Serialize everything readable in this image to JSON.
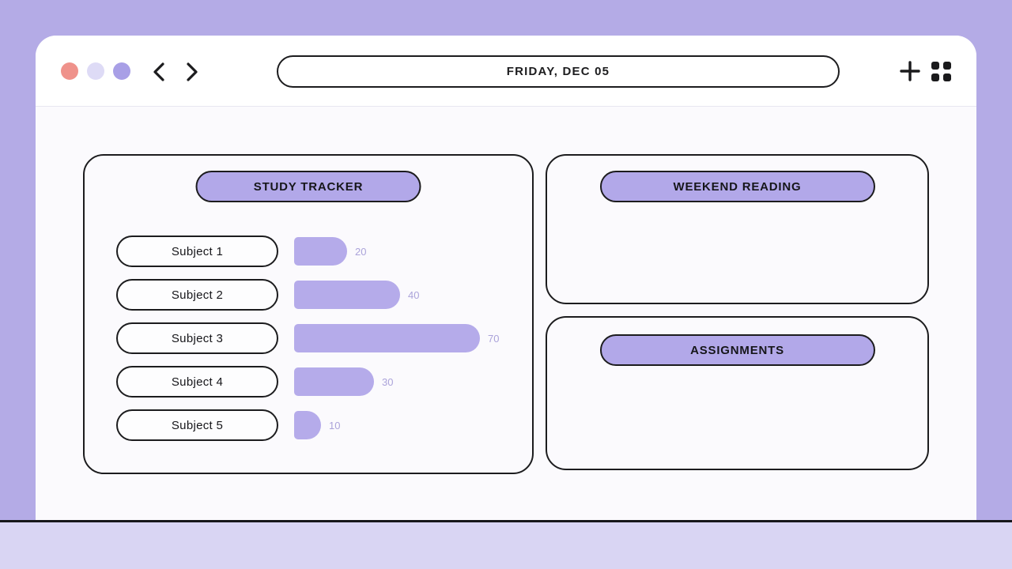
{
  "topbar": {
    "date_label": "FRIDAY, DEC 05",
    "traffic_lights": [
      {
        "name": "close",
        "color": "#ef928b"
      },
      {
        "name": "minimize",
        "color": "#dedbf6"
      },
      {
        "name": "expand",
        "color": "#a89fe6"
      }
    ]
  },
  "cards": {
    "study_tracker": {
      "title": "STUDY TRACKER"
    },
    "weekend_reading": {
      "title": "WEEKEND READING"
    },
    "assignments": {
      "title": "ASSIGNMENTS"
    }
  },
  "chart_data": {
    "type": "bar",
    "orientation": "horizontal",
    "title": "STUDY TRACKER",
    "categories": [
      "Subject 1",
      "Subject 2",
      "Subject 3",
      "Subject 4",
      "Subject 5"
    ],
    "values": [
      20,
      40,
      70,
      30,
      10
    ],
    "xlim": [
      0,
      100
    ],
    "value_labels_shown": true,
    "legend": "none",
    "grid": false
  },
  "colors": {
    "accent": "#b2a8e9",
    "page_background": "#b4abe6",
    "bottom_strip": "#d9d5f3",
    "bar_fill": "#b5abea",
    "value_label": "#aba3da",
    "border": "#1c1c1e",
    "traffic_red": "#ef928b",
    "traffic_pale": "#dedbf6",
    "traffic_purple": "#a89fe6"
  }
}
